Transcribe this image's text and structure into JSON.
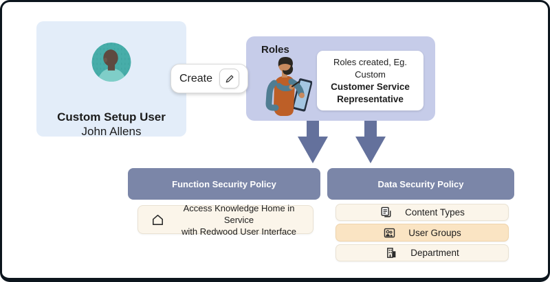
{
  "user_card": {
    "title": "Custom Setup User",
    "name": "John Allens",
    "avatar": "person-avatar"
  },
  "create_button": {
    "label": "Create",
    "icon": "pencil-icon"
  },
  "roles_card": {
    "title": "Roles",
    "illustration": "man-with-tablet-illustration",
    "note_line1": "Roles created, Eg.",
    "note_line2": "Custom",
    "note_line3": "Customer Service",
    "note_line4": "Representative"
  },
  "function_policy": {
    "header": "Function Security Policy",
    "item": {
      "icon": "home-icon",
      "line1": "Access Knowledge Home in Service",
      "line2": "with Redwood User Interface"
    }
  },
  "data_policy": {
    "header": "Data Security Policy",
    "items": [
      {
        "icon": "content-types-icon",
        "label": "Content Types",
        "highlighted": false
      },
      {
        "icon": "user-groups-icon",
        "label": "User Groups",
        "highlighted": true
      },
      {
        "icon": "department-icon",
        "label": "Department",
        "highlighted": false
      }
    ]
  },
  "colors": {
    "canvas_border": "#0c151d",
    "user_card_bg": "#e3edf9",
    "roles_card_bg": "#c6cce9",
    "policy_header_bg": "#7b86a8",
    "arrow": "#64719c",
    "cream_bg": "#fbf5ea",
    "highlight_bg": "#fae4c3",
    "avatar_teal": "#47ada9",
    "text_dark": "#1c1c1c"
  }
}
